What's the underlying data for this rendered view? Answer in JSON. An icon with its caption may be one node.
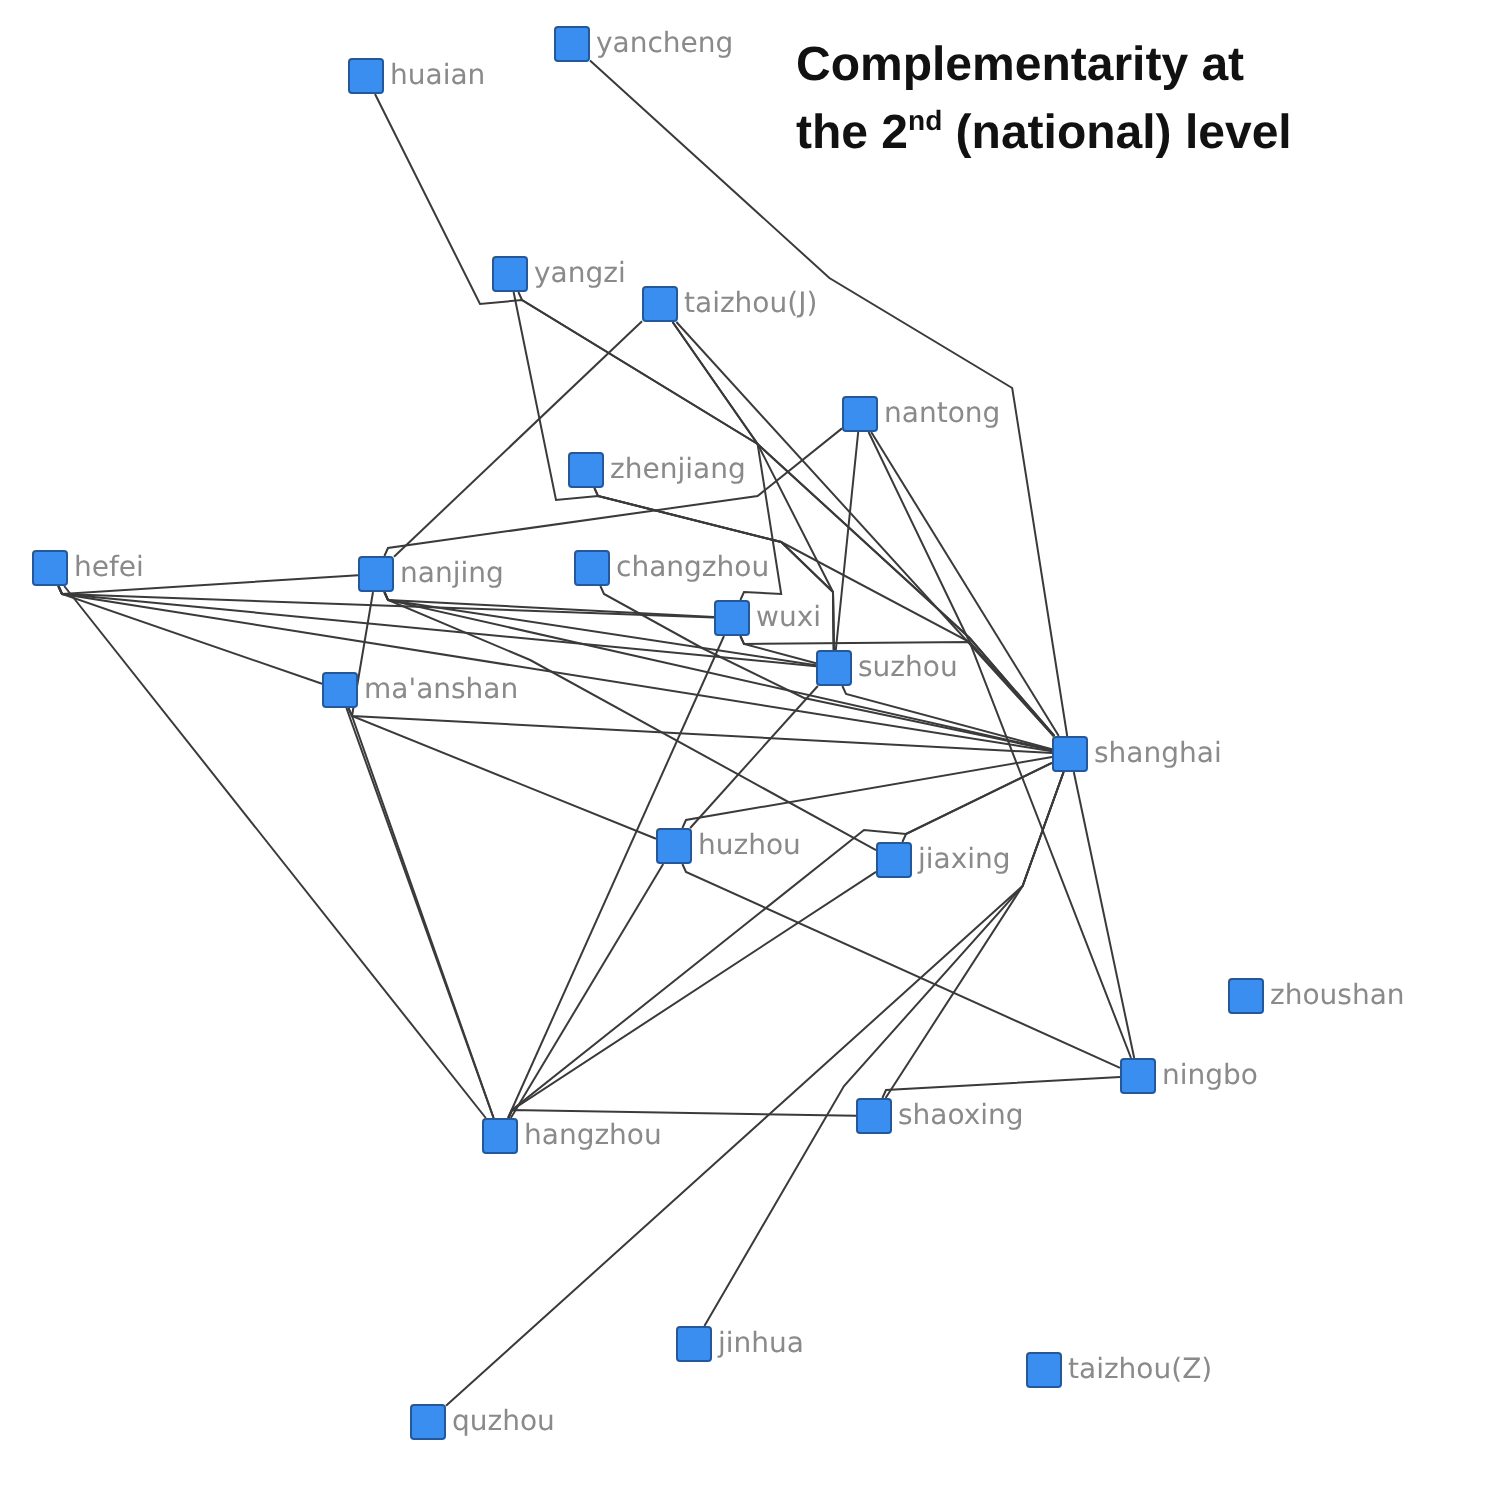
{
  "diagram": {
    "title": "Complementarity at the 2$^{nd}$ (national) level",
    "nodes": [
      {
        "text": [
          "huaian"
        ]
      },
      {
        "text": [
          "yancheng"
        ]
      },
      {
        "text": [
          "yangzi"
        ]
      },
      {
        "text": [
          "taizhou(J)"
        ]
      },
      {
        "text": [
          "nantong"
        ]
      },
      {
        "text": [
          "zhenjiang"
        ]
      },
      {
        "text": [
          "hefei"
        ]
      },
      {
        "text": [
          "nanjing"
        ]
      },
      {
        "text": [
          "changzhou"
        ]
      },
      {
        "text": [
          "wuxi"
        ]
      },
      {
        "text": [
          "suzhou"
        ]
      },
      {
        "text": [
          "ma'anshan"
        ]
      },
      {
        "text": [
          "shanghai"
        ]
      },
      {
        "text": [
          "huzhou"
        ]
      },
      {
        "text": [
          "jiaxing"
        ]
      },
      {
        "text": [
          "zhoushan"
        ]
      },
      {
        "text": [
          "ningbo"
        ]
      },
      {
        "text": [
          "hangzhou"
        ]
      },
      {
        "text": [
          "shaoxing"
        ]
      },
      {
        "text": [
          "jinhua"
        ]
      },
      {
        "text": [
          "taizhou(Z)"
        ]
      },
      {
        "text": [
          "quzhou"
        ]
      }
    ],
    "edges": [
      {
        "from": 0,
        "to": 12,
        "arrow": "none"
      },
      {
        "from": 1,
        "to": 12,
        "arrow": "none"
      },
      {
        "from": 2,
        "to": 12,
        "arrow": "none"
      },
      {
        "from": 2,
        "to": 10,
        "arrow": "none"
      },
      {
        "from": 3,
        "to": 7,
        "arrow": "none"
      },
      {
        "from": 3,
        "to": 10,
        "arrow": "none"
      },
      {
        "from": 3,
        "to": 12,
        "arrow": "none"
      },
      {
        "from": 3,
        "to": 9,
        "arrow": "none"
      },
      {
        "from": 4,
        "to": 7,
        "arrow": "none"
      },
      {
        "from": 4,
        "to": 10,
        "arrow": "none"
      },
      {
        "from": 4,
        "to": 12,
        "arrow": "none"
      },
      {
        "from": 4,
        "to": 16,
        "arrow": "none"
      },
      {
        "from": 5,
        "to": 10,
        "arrow": "none"
      },
      {
        "from": 5,
        "to": 12,
        "arrow": "none"
      },
      {
        "from": 6,
        "to": 7,
        "arrow": "none"
      },
      {
        "from": 6,
        "to": 9,
        "arrow": "none"
      },
      {
        "from": 6,
        "to": 10,
        "arrow": "none"
      },
      {
        "from": 6,
        "to": 12,
        "arrow": "none"
      },
      {
        "from": 6,
        "to": 11,
        "arrow": "none"
      },
      {
        "from": 6,
        "to": 17,
        "arrow": "none"
      },
      {
        "from": 7,
        "to": 9,
        "arrow": "none"
      },
      {
        "from": 7,
        "to": 10,
        "arrow": "none"
      },
      {
        "from": 7,
        "to": 12,
        "arrow": "none"
      },
      {
        "from": 7,
        "to": 17,
        "arrow": "none"
      },
      {
        "from": 7,
        "to": 14,
        "arrow": "none"
      },
      {
        "from": 8,
        "to": 12,
        "arrow": "none"
      },
      {
        "from": 9,
        "to": 10,
        "arrow": "none"
      },
      {
        "from": 9,
        "to": 12,
        "arrow": "none"
      },
      {
        "from": 9,
        "to": 17,
        "arrow": "none"
      },
      {
        "from": 10,
        "to": 12,
        "arrow": "none"
      },
      {
        "from": 10,
        "to": 13,
        "arrow": "none"
      },
      {
        "from": 11,
        "to": 12,
        "arrow": "none"
      },
      {
        "from": 11,
        "to": 13,
        "arrow": "none"
      },
      {
        "from": 11,
        "to": 17,
        "arrow": "none"
      },
      {
        "from": 12,
        "to": 13,
        "arrow": "none"
      },
      {
        "from": 12,
        "to": 14,
        "arrow": "none"
      },
      {
        "from": 12,
        "to": 17,
        "arrow": "none"
      },
      {
        "from": 12,
        "to": 16,
        "arrow": "none"
      },
      {
        "from": 12,
        "to": 18,
        "arrow": "none"
      },
      {
        "from": 12,
        "to": 19,
        "arrow": "none"
      },
      {
        "from": 12,
        "to": 21,
        "arrow": "none"
      },
      {
        "from": 13,
        "to": 17,
        "arrow": "none"
      },
      {
        "from": 13,
        "to": 16,
        "arrow": "none"
      },
      {
        "from": 14,
        "to": 17,
        "arrow": "none"
      },
      {
        "from": 17,
        "to": 18,
        "arrow": "none"
      },
      {
        "from": 18,
        "to": 16,
        "arrow": "none"
      }
    ]
  }
}
